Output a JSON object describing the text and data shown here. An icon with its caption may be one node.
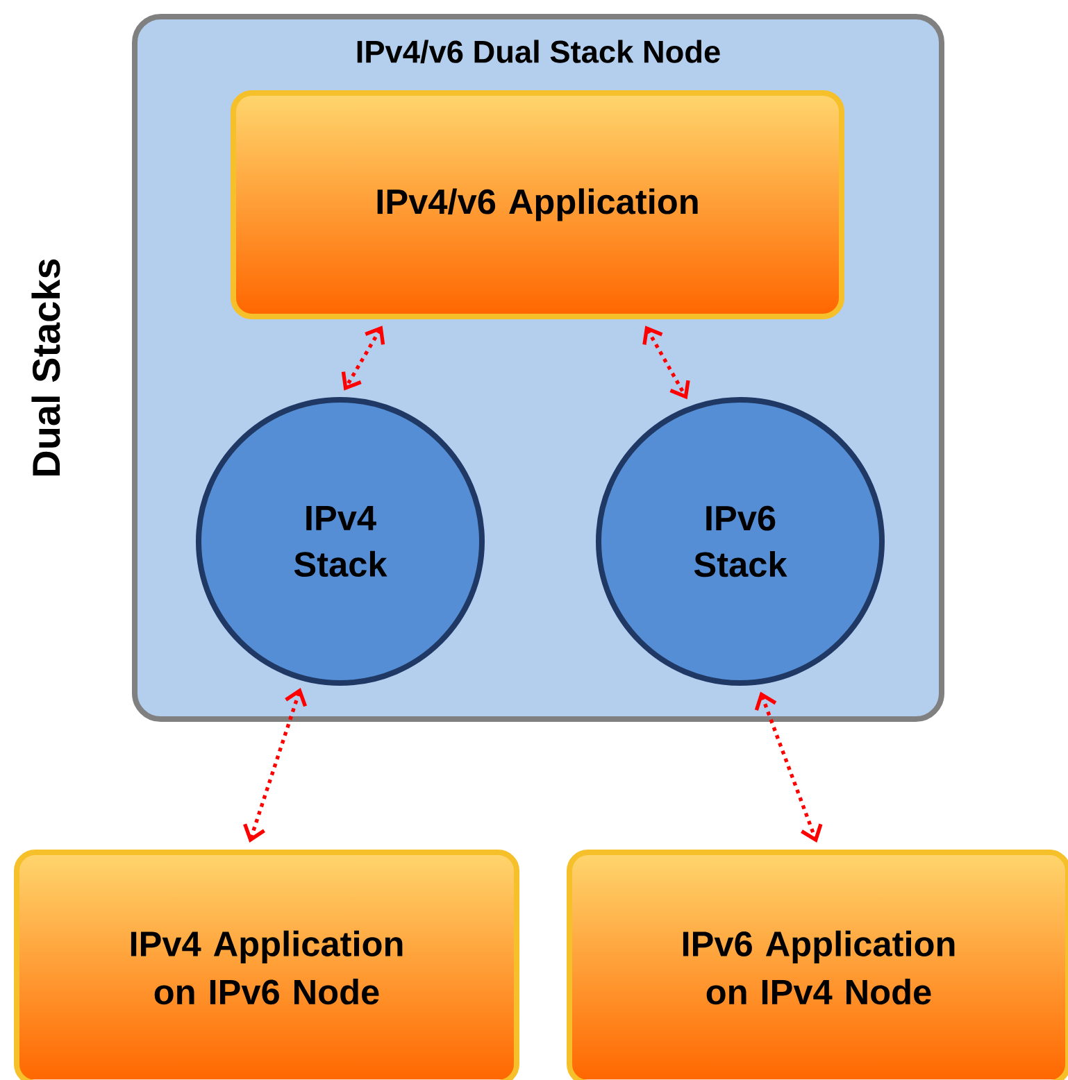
{
  "diagram": {
    "nodes": [
      {
        "text": [
          "IPv4/v6 Dual Stack Node"
        ]
      },
      {
        "text": [
          "IPv4/v6 Application"
        ],
        "in": 0
      },
      {
        "text": [
          "IPv4 Stack"
        ],
        "in": 0
      },
      {
        "text": [
          "IPv6 Stack"
        ],
        "in": 0
      },
      {
        "text": [
          "IPv4 Application on IPv6 Node"
        ]
      },
      {
        "text": [
          "IPv6 Application on IPv4 Node"
        ]
      }
    ],
    "edges": [
      {
        "from": 1,
        "to": 2,
        "arrow": "both"
      },
      {
        "from": 1,
        "to": 3,
        "arrow": "both"
      },
      {
        "from": 2,
        "to": 4,
        "arrow": "both"
      },
      {
        "from": 3,
        "to": 5,
        "arrow": "both"
      }
    ],
    "labels": [
      "Dual Stacks"
    ]
  }
}
